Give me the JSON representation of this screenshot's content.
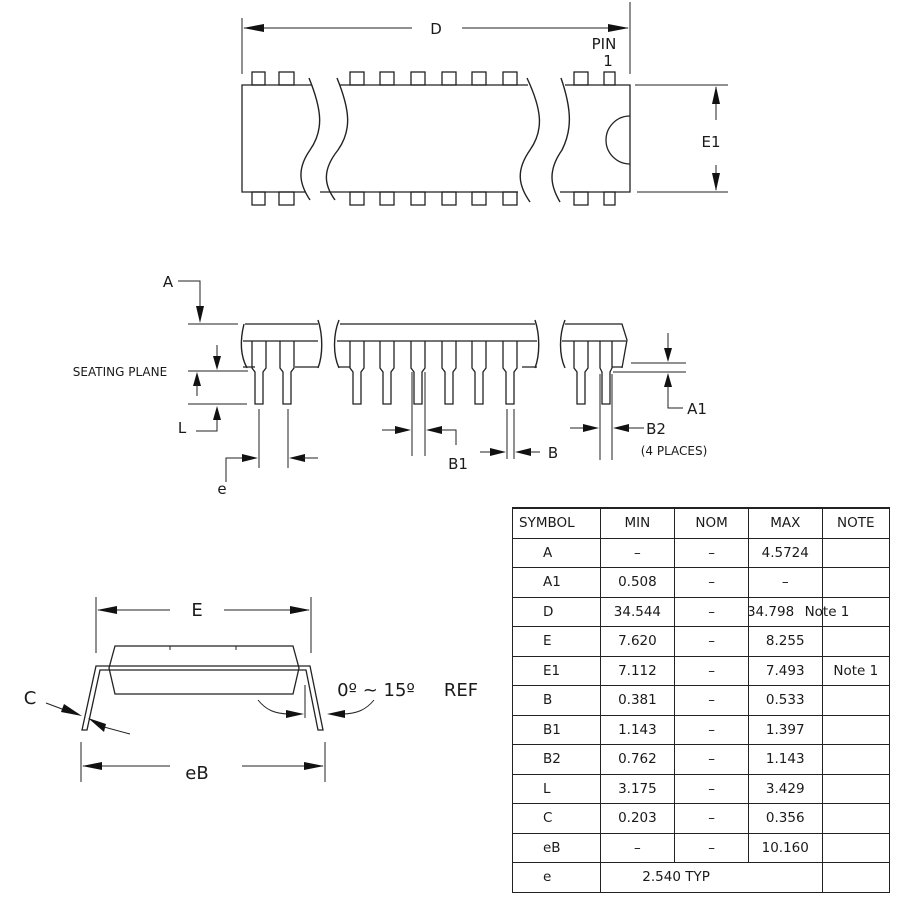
{
  "top_view": {
    "dim_D": "D",
    "pin1_label_line1": "PIN",
    "pin1_label_line2": "1",
    "dim_E1": "E1"
  },
  "side_view": {
    "dim_A": "A",
    "seating_plane": "SEATING PLANE",
    "dim_L": "L",
    "dim_e": "e",
    "dim_B1": "B1",
    "dim_B": "B",
    "dim_A1": "A1",
    "dim_B2": "B2",
    "b2_note": "(4 PLACES)"
  },
  "end_view": {
    "dim_E": "E",
    "dim_C": "C",
    "dim_eB": "eB",
    "angle": "0º ~ 15º",
    "angle_ref": "REF"
  },
  "table": {
    "headers": [
      "SYMBOL",
      "MIN",
      "NOM",
      "MAX",
      "NOTE"
    ],
    "rows": [
      {
        "symbol": "A",
        "min": "–",
        "nom": "–",
        "max": "4.5724",
        "note": ""
      },
      {
        "symbol": "A1",
        "min": "0.508",
        "nom": "–",
        "max": "–",
        "note": ""
      },
      {
        "symbol": "D",
        "min": "34.544",
        "nom": "–",
        "max": "34.798",
        "note": "Note 1"
      },
      {
        "symbol": "E",
        "min": "7.620",
        "nom": "–",
        "max": "8.255",
        "note": ""
      },
      {
        "symbol": "E1",
        "min": "7.112",
        "nom": "–",
        "max": "7.493",
        "note": "Note 1"
      },
      {
        "symbol": "B",
        "min": "0.381",
        "nom": "–",
        "max": "0.533",
        "note": ""
      },
      {
        "symbol": "B1",
        "min": "1.143",
        "nom": "–",
        "max": "1.397",
        "note": ""
      },
      {
        "symbol": "B2",
        "min": "0.762",
        "nom": "–",
        "max": "1.143",
        "note": ""
      },
      {
        "symbol": "L",
        "min": "3.175",
        "nom": "–",
        "max": "3.429",
        "note": ""
      },
      {
        "symbol": "C",
        "min": "0.203",
        "nom": "–",
        "max": "0.356",
        "note": ""
      },
      {
        "symbol": "eB",
        "min": "–",
        "nom": "–",
        "max": "10.160",
        "note": ""
      }
    ],
    "last_row": {
      "symbol": "e",
      "value": "2.540 TYP",
      "note": ""
    }
  }
}
